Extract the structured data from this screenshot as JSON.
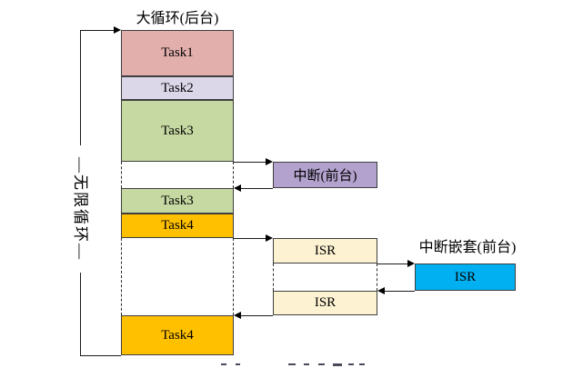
{
  "diagram": {
    "title": "大循环(后台)",
    "infinite_loop_label": "—无限循环—",
    "background_column": {
      "segments": [
        {
          "name": "task1",
          "label": "Task1"
        },
        {
          "name": "task2",
          "label": "Task2"
        },
        {
          "name": "task3",
          "label": "Task3"
        },
        {
          "name": "task3-resumed",
          "label": "Task3"
        },
        {
          "name": "task4",
          "label": "Task4"
        },
        {
          "name": "task4-resumed",
          "label": "Task4"
        }
      ]
    },
    "foreground": {
      "interrupt": {
        "label": "中断(前台)"
      },
      "isr1": {
        "label": "ISR"
      },
      "isr2": {
        "label": "ISR"
      },
      "nested_title": "中断嵌套(前台)",
      "nested_isr": {
        "label": "ISR"
      }
    },
    "colors": {
      "task1": "#e3afad",
      "task2": "#dcd6e9",
      "task3": "#c6d9a2",
      "task4": "#ffc000",
      "interrupt": "#b3a2ce",
      "isr": "#fdf2d2",
      "nested_isr": "#00b0f0",
      "border": "#3f3f3f",
      "line": "#000000"
    }
  }
}
